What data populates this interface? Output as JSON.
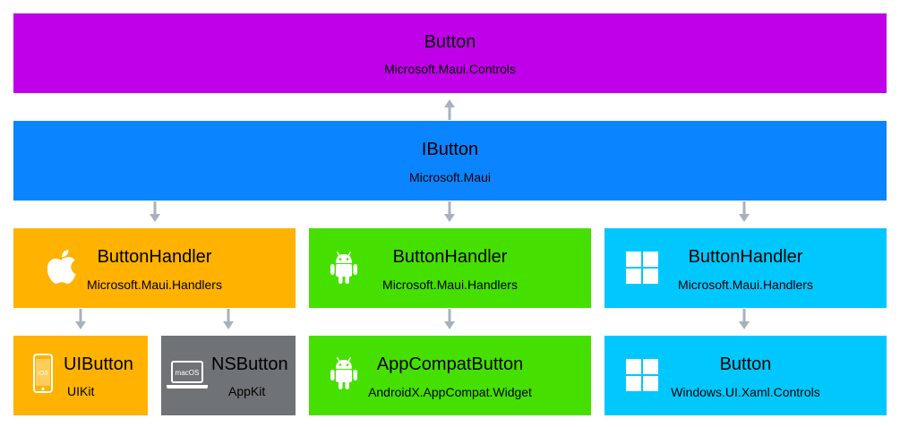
{
  "colors": {
    "controls": "#c000e8",
    "interface": "#0a84ff",
    "ios": "#ffb200",
    "android": "#46e000",
    "windows": "#00c8ff",
    "macos": "#6f7276",
    "arrow": "#a7b2bd"
  },
  "nodes": {
    "button_controls": {
      "title": "Button",
      "subtitle": "Microsoft.Maui.Controls"
    },
    "ibutton": {
      "title": "IButton",
      "subtitle": "Microsoft.Maui"
    },
    "handler_ios": {
      "title": "ButtonHandler",
      "subtitle": "Microsoft.Maui.Handlers",
      "icon": "apple-icon"
    },
    "handler_android": {
      "title": "ButtonHandler",
      "subtitle": "Microsoft.Maui.Handlers",
      "icon": "android-icon"
    },
    "handler_windows": {
      "title": "ButtonHandler",
      "subtitle": "Microsoft.Maui.Handlers",
      "icon": "windows-icon"
    },
    "uibutton": {
      "title": "UIButton",
      "subtitle": "UIKit",
      "icon": "iphone-icon",
      "icon_label": "iOS"
    },
    "nsbutton": {
      "title": "NSButton",
      "subtitle": "AppKit",
      "icon": "laptop-icon",
      "icon_label": "macOS"
    },
    "appcompat": {
      "title": "AppCompatButton",
      "subtitle": "AndroidX.AppCompat.Widget",
      "icon": "android-icon"
    },
    "winbutton": {
      "title": "Button",
      "subtitle": "Windows.UI.Xaml.Controls",
      "icon": "windows-icon"
    }
  },
  "edges": [
    {
      "from": "ibutton",
      "to": "button_controls"
    },
    {
      "from": "ibutton",
      "to": "handler_ios"
    },
    {
      "from": "ibutton",
      "to": "handler_android"
    },
    {
      "from": "ibutton",
      "to": "handler_windows"
    },
    {
      "from": "handler_ios",
      "to": "uibutton"
    },
    {
      "from": "handler_ios",
      "to": "nsbutton"
    },
    {
      "from": "handler_android",
      "to": "appcompat"
    },
    {
      "from": "handler_windows",
      "to": "winbutton"
    }
  ]
}
